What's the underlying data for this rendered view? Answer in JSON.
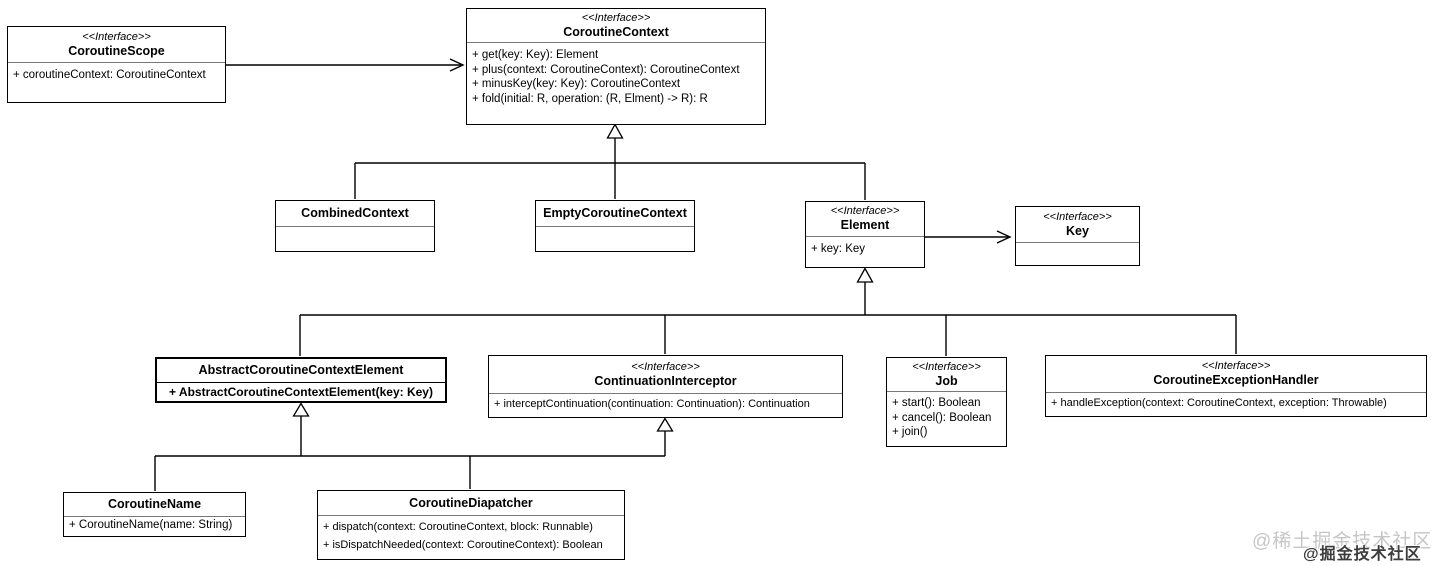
{
  "classes": [
    {
      "stereotype": "<<Interface>>",
      "name": "CoroutineScope",
      "members": [
        "+ coroutineContext: CoroutineContext"
      ]
    },
    {
      "stereotype": "<<Interface>>",
      "name": "CoroutineContext",
      "members": [
        "+ get(key: Key): Element",
        "+ plus(context: CoroutineContext): CoroutineContext",
        "+ minusKey(key: Key): CoroutineContext",
        "+ fold(initial: R, operation: (R, Elment) -> R): R"
      ]
    },
    {
      "name": "CombinedContext",
      "members": []
    },
    {
      "name": "EmptyCoroutineContext",
      "members": []
    },
    {
      "stereotype": "<<Interface>>",
      "name": "Element",
      "members": [
        "+ key: Key"
      ]
    },
    {
      "stereotype": "<<Interface>>",
      "name": "Key",
      "members": []
    },
    {
      "name": "AbstractCoroutineContextElement",
      "members": [
        "+ AbstractCoroutineContextElement(key: Key)"
      ]
    },
    {
      "stereotype": "<<Interface>>",
      "name": "ContinuationInterceptor",
      "members": [
        "+ interceptContinuation(continuation: Continuation): Continuation"
      ]
    },
    {
      "stereotype": "<<Interface>>",
      "name": "Job",
      "members": [
        "+ start(): Boolean",
        "+ cancel(): Boolean",
        "+ join()"
      ]
    },
    {
      "stereotype": "<<Interface>>",
      "name": "CoroutineExceptionHandler",
      "members": [
        "+ handleException(context: CoroutineContext, exception: Throwable)"
      ]
    },
    {
      "name": "CoroutineName",
      "members": [
        "+ CoroutineName(name: String)"
      ]
    },
    {
      "name": "CoroutineDiapatcher",
      "members": [
        "+ dispatch(context: CoroutineContext, block: Runnable)",
        "+ isDispatchNeeded(context: CoroutineContext): Boolean"
      ]
    }
  ],
  "relations": [
    {
      "from": "CoroutineScope",
      "to": "CoroutineContext",
      "type": "directed-association"
    },
    {
      "from": "CombinedContext",
      "to": "CoroutineContext",
      "type": "generalization"
    },
    {
      "from": "EmptyCoroutineContext",
      "to": "CoroutineContext",
      "type": "generalization"
    },
    {
      "from": "Element",
      "to": "CoroutineContext",
      "type": "generalization"
    },
    {
      "from": "Element",
      "to": "Key",
      "type": "directed-association"
    },
    {
      "from": "AbstractCoroutineContextElement",
      "to": "Element",
      "type": "generalization"
    },
    {
      "from": "ContinuationInterceptor",
      "to": "Element",
      "type": "generalization"
    },
    {
      "from": "Job",
      "to": "Element",
      "type": "generalization"
    },
    {
      "from": "CoroutineExceptionHandler",
      "to": "Element",
      "type": "generalization"
    },
    {
      "from": "CoroutineName / CoroutineDiapatcher",
      "to": "AbstractCoroutineContextElement / ContinuationInterceptor",
      "type": "shared-generalization-bus"
    }
  ],
  "watermark": {
    "primary": "@稀土掘金技术社区",
    "secondary": "@掘金技术社区"
  },
  "colors": {
    "line": "#000000",
    "box_fill": "#ffffff",
    "watermark_light": "#c6c6c6",
    "watermark_dark": "#3c3c3c"
  }
}
